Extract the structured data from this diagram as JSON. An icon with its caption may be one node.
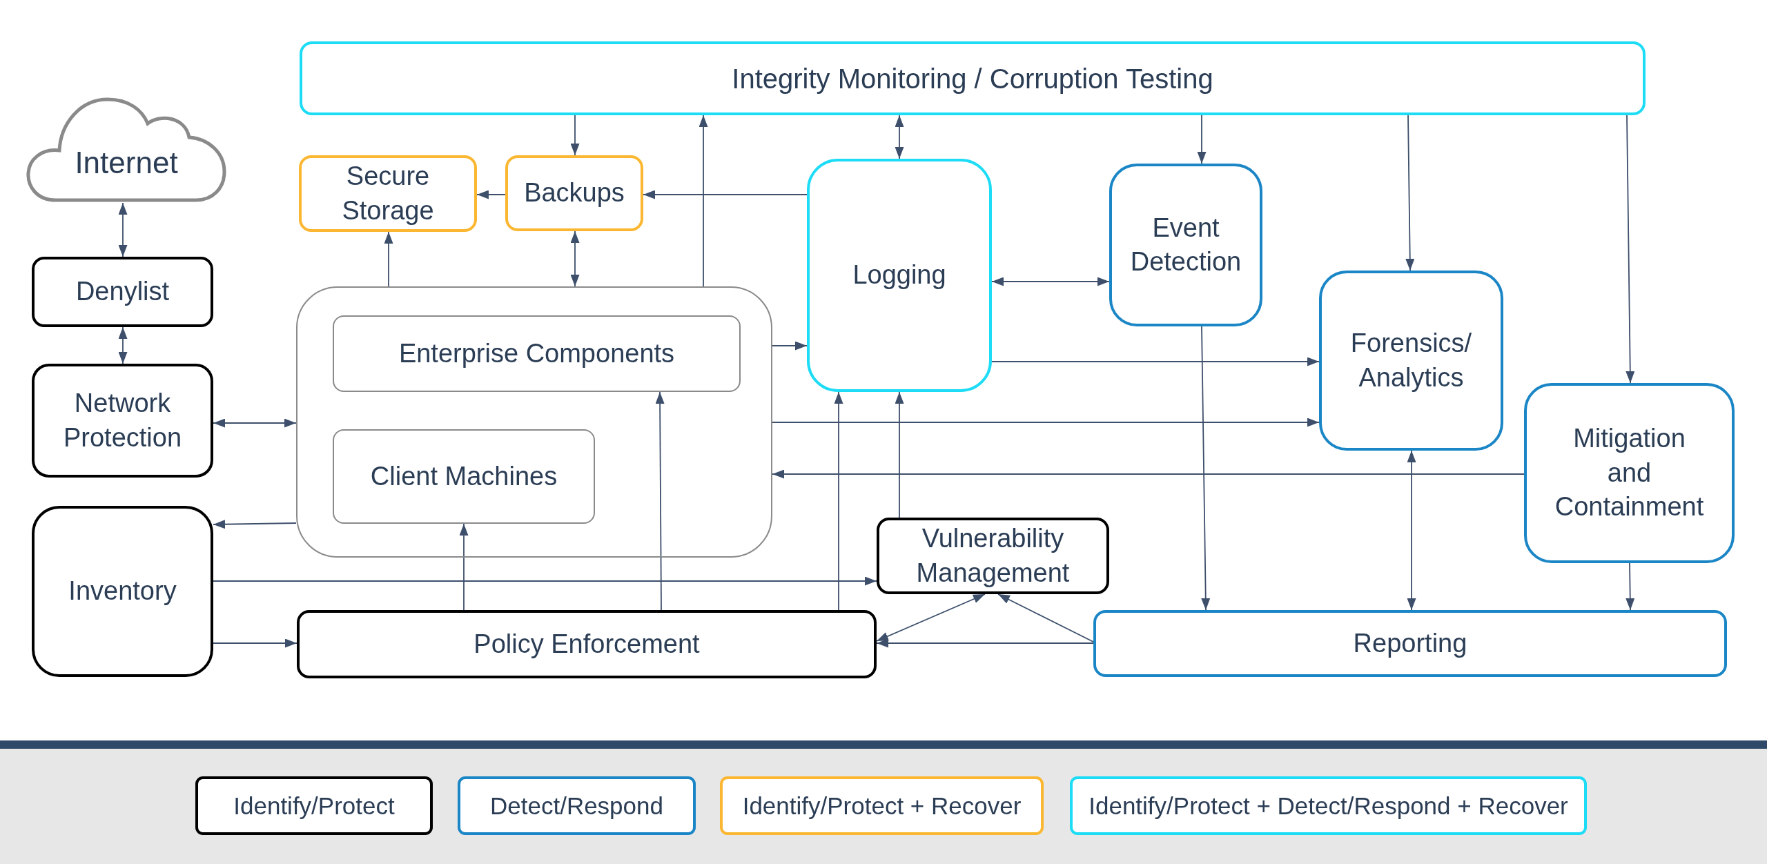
{
  "diagram": {
    "nodes": [
      {
        "text": [
          "Integrity Monitoring / Corruption Testing"
        ]
      },
      {
        "text": [
          "Internet"
        ]
      },
      {
        "text": [
          "Secure Storage"
        ]
      },
      {
        "text": [
          "Backups"
        ]
      },
      {
        "text": [
          "Logging"
        ]
      },
      {
        "text": [
          "Event Detection"
        ]
      },
      {
        "text": [
          "Denylist"
        ]
      },
      {
        "text": [
          "Forensics/ Analytics"
        ]
      },
      {
        "text": [],
        "shape": "box"
      },
      {
        "text": [
          "Enterprise Components"
        ],
        "in": 8
      },
      {
        "text": [
          "Client Machines"
        ],
        "in": 8
      },
      {
        "text": [
          "Network Protection"
        ]
      },
      {
        "text": [
          "Mitigation and Containment"
        ]
      },
      {
        "text": [
          "Inventory"
        ]
      },
      {
        "text": [
          "Vulnerability Management"
        ]
      },
      {
        "text": [
          "Policy Enforcement"
        ]
      },
      {
        "text": [
          "Reporting"
        ]
      }
    ],
    "edges": [
      {
        "from": 0,
        "to": 3,
        "arrow": "to"
      },
      {
        "from": 8,
        "to": 0,
        "arrow": "to"
      },
      {
        "from": 4,
        "to": 3,
        "arrow": "to"
      },
      {
        "from": 3,
        "to": 2,
        "arrow": "to"
      },
      {
        "from": 8,
        "to": 2,
        "arrow": "to"
      },
      {
        "from": 3,
        "to": 8,
        "arrow": "both"
      },
      {
        "from": 1,
        "to": 6,
        "arrow": "both"
      },
      {
        "from": 6,
        "to": 11,
        "arrow": "both"
      },
      {
        "from": 11,
        "to": 8,
        "arrow": "both"
      },
      {
        "from": 8,
        "to": 13,
        "arrow": "to"
      },
      {
        "from": 13,
        "to": 14,
        "arrow": "to"
      },
      {
        "from": 13,
        "to": 15,
        "arrow": "to"
      },
      {
        "from": 15,
        "to": 10,
        "arrow": "to"
      },
      {
        "from": 15,
        "to": 9,
        "arrow": "to"
      },
      {
        "from": 15,
        "to": 4,
        "arrow": "to"
      },
      {
        "from": 8,
        "to": 4,
        "arrow": "to"
      },
      {
        "from": 14,
        "to": 4,
        "arrow": "to"
      },
      {
        "from": 4,
        "to": 5,
        "arrow": "both"
      },
      {
        "from": 0,
        "to": 4,
        "arrow": "both"
      },
      {
        "from": 0,
        "to": 5,
        "arrow": "to"
      },
      {
        "from": 0,
        "to": 7,
        "arrow": "to"
      },
      {
        "from": 0,
        "to": 12,
        "arrow": "to"
      },
      {
        "from": 4,
        "to": 7,
        "arrow": "to"
      },
      {
        "from": 8,
        "to": 7,
        "arrow": "to"
      },
      {
        "from": 12,
        "to": 8,
        "arrow": "to"
      },
      {
        "from": 5,
        "to": 16,
        "arrow": "to"
      },
      {
        "from": 7,
        "to": 16,
        "arrow": "both"
      },
      {
        "from": 12,
        "to": 16,
        "arrow": "to"
      },
      {
        "from": 16,
        "to": 15,
        "arrow": "to"
      },
      {
        "from": 16,
        "to": 14,
        "arrow": "to"
      },
      {
        "from": 15,
        "to": 14,
        "arrow": "both"
      }
    ],
    "legend": [
      {
        "text": "Identify/Protect",
        "color": "#000000"
      },
      {
        "text": "Detect/Respond",
        "color": "#1b86c6"
      },
      {
        "text": "Identify/Protect + Recover",
        "color": "#fbb731"
      },
      {
        "text": "Identify/Protect + Detect/Respond + Recover",
        "color": "#1ddcf6"
      }
    ]
  }
}
